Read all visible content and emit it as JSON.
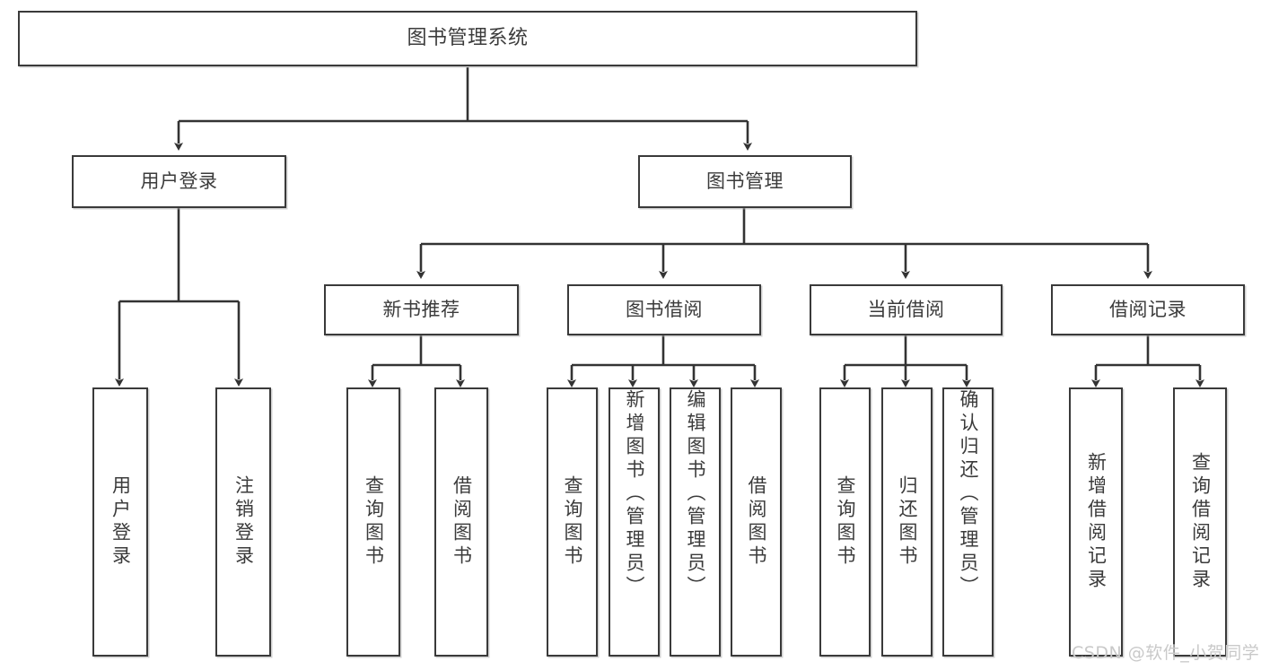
{
  "diagram": {
    "title": "图书管理系统",
    "type": "tree",
    "levels": 4,
    "colors": {
      "box_border": "#3a3a3a",
      "box_fill": "#ffffff",
      "text": "#3b3b3b",
      "edge": "#333333",
      "watermark": "#c9c9c9",
      "background": "#ffffff"
    },
    "nodes": {
      "root": {
        "label": "图书管理系统"
      },
      "level2": [
        {
          "id": "user-login",
          "label": "用户登录"
        },
        {
          "id": "book-manage",
          "label": "图书管理"
        }
      ],
      "level3": [
        {
          "id": "new-book-recommend",
          "label": "新书推荐"
        },
        {
          "id": "book-borrow",
          "label": "图书借阅"
        },
        {
          "id": "current-borrow",
          "label": "当前借阅"
        },
        {
          "id": "borrow-record",
          "label": "借阅记录"
        }
      ],
      "leaves": {
        "user-login": [
          {
            "id": "leaf-user-login",
            "label": "用户登录"
          },
          {
            "id": "leaf-logout-login",
            "label": "注销登录"
          }
        ],
        "new-book-recommend": [
          {
            "id": "leaf-query-book-1",
            "label": "查询图书"
          },
          {
            "id": "leaf-borrow-book-1",
            "label": "借阅图书"
          }
        ],
        "book-borrow": [
          {
            "id": "leaf-query-book-2",
            "label": "查询图书"
          },
          {
            "id": "leaf-add-book-admin",
            "label": "新增图书（管理员）"
          },
          {
            "id": "leaf-edit-book-admin",
            "label": "编辑图书（管理员）"
          },
          {
            "id": "leaf-borrow-book-2",
            "label": "借阅图书"
          }
        ],
        "current-borrow": [
          {
            "id": "leaf-query-book-3",
            "label": "查询图书"
          },
          {
            "id": "leaf-return-book",
            "label": "归还图书"
          },
          {
            "id": "leaf-confirm-return-admin",
            "label": "确认归还（管理员）"
          }
        ],
        "borrow-record": [
          {
            "id": "leaf-add-borrow-record",
            "label": "新增借阅记录"
          },
          {
            "id": "leaf-query-borrow-record",
            "label": "查询借阅记录"
          }
        ]
      }
    },
    "watermark": "CSDN @软件_小贺同学"
  }
}
